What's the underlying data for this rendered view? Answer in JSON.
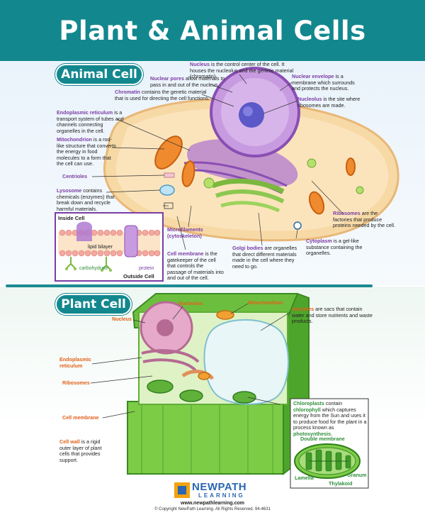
{
  "title": "Plant & Animal Cells",
  "animal": {
    "heading": "Animal Cell",
    "nucleus": {
      "term": "Nucleus",
      "text": " is the control center of the cell. It houses the nucleolus and the genetic material (chromatin)."
    },
    "nuclear_pores": {
      "term": "Nuclear pores",
      "text": " allow materials to pass in and out of the nucleus."
    },
    "nuclear_envelope": {
      "term": "Nuclear envelope",
      "text": " is a membrane which surrounds and protects the nucleus."
    },
    "chromatin": {
      "term": "Chromatin",
      "text": " contains the genetic material that is used for directing the cell functions."
    },
    "nucleolus": {
      "term": "Nucleolus",
      "text": " is the site where ribosomes are made."
    },
    "er": {
      "term": "Endoplasmic reticulum",
      "text": " is a transport system of tubes and channels connecting organelles in the cell."
    },
    "mitochondrion": {
      "term": "Mitochondrion",
      "text": " is a rod-like structure that converts the energy in food molecules to a form that the cell can use."
    },
    "centrioles": {
      "term": "Centrioles",
      "text": ""
    },
    "lysosome": {
      "term": "Lysosome",
      "text": " contains chemicals (enzymes) that break down and recycle harmful materials."
    },
    "ribosomes": {
      "term": "Ribosomes",
      "text": " are the factories that produce proteins needed by the cell."
    },
    "cytoplasm": {
      "term": "Cytoplasm",
      "text": " is a gel-like substance containing the organelles."
    },
    "golgi": {
      "term": "Golgi bodies",
      "text": " are organelles that direct different materials made in the cell where they need to go."
    },
    "microfilaments": {
      "term": "Microfilaments (cytoskeleton)",
      "text": ""
    },
    "cell_membrane": {
      "term": "Cell membrane",
      "text": " is the gatekeeper of the cell that controls the passage of materials into and out of the cell."
    },
    "inset": {
      "inside": "Inside Cell",
      "lipid": "lipid bilayer",
      "carbohydrate": "carbohydrate",
      "protein": "protein",
      "outside": "Outside Cell"
    }
  },
  "plant": {
    "heading": "Plant Cell",
    "nucleolus": "Nucleolus",
    "nucleus": "Nucleus",
    "mitochondrion": "Mitochondrion",
    "vacuoles": {
      "term": "Vacuoles",
      "text": " are sacs that contain water and store nutrients and waste products."
    },
    "er": "Endoplasmic reticulum",
    "ribosomes": "Ribosomes",
    "cell_membrane": "Cell membrane",
    "cell_wall": {
      "term": "Cell wall",
      "text": " is a rigid outer layer of plant cells that provides support."
    },
    "chloroplasts": {
      "term": "Chloroplasts",
      "text1": " contain ",
      "chlorophyll": "chlorophyll",
      "text2": " which captures energy from the Sun and uses it to produce food for the plant in a process known as ",
      "photosynthesis": "photosynthesis",
      "end": "."
    },
    "chloro_parts": {
      "double_membrane": "Double membrane",
      "granum": "Granum",
      "lamella": "Lamella",
      "thylakoid": "Thylakoid"
    }
  },
  "footer": {
    "logo_top": "NEWPATH",
    "logo_bottom": "LEARNING",
    "url": "www.newpathlearning.com",
    "copyright": "© Copyright NewPath Learning. All Rights Reserved. 94-4631"
  },
  "colors": {
    "teal": "#13878e",
    "purple": "#7b3da3",
    "orange": "#e2601a",
    "green": "#2f8f3a"
  }
}
